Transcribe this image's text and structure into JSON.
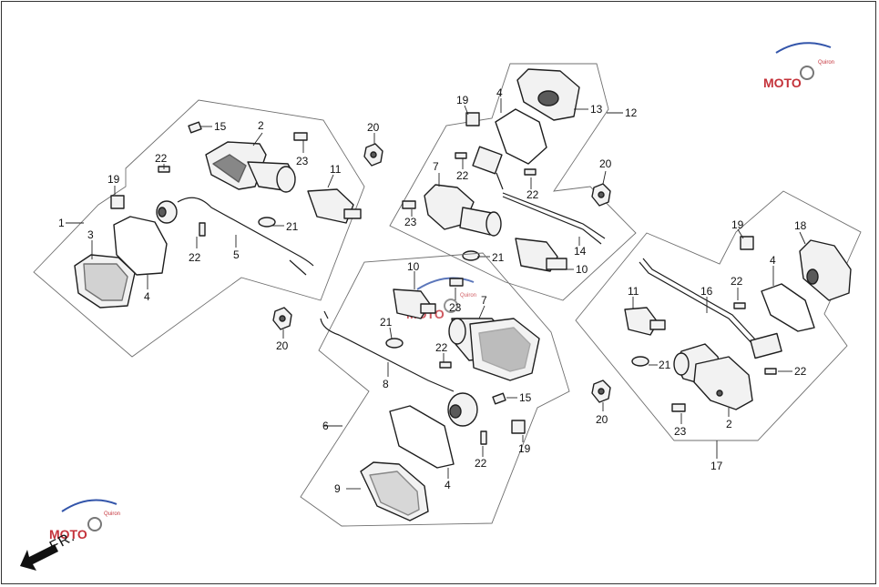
{
  "watermark": {
    "brand": "MOTO",
    "suffix": "Quiron",
    "colors": {
      "letters": "#c4323a",
      "swoosh": "#3355aa",
      "gear": "#777777"
    }
  },
  "direction": {
    "label": "FR."
  },
  "callouts": {
    "g1": {
      "c1": "1",
      "c3": "3",
      "c4": "4",
      "c5": "5",
      "c2": "2",
      "c15": "15",
      "c19": "19",
      "c22a": "22",
      "c22b": "22",
      "c21": "21",
      "c23": "23",
      "c11": "11",
      "c20": "20"
    },
    "g2": {
      "c19": "19",
      "c4": "4",
      "c13": "13",
      "c12": "12",
      "c7": "7",
      "c22a": "22",
      "c22b": "22",
      "c23": "23",
      "c21": "21",
      "c14": "14",
      "c10": "10",
      "c20": "20"
    },
    "g3": {
      "c10": "10",
      "c23": "23",
      "c7": "7",
      "c21": "21",
      "c22a": "22",
      "c8": "8",
      "c15": "15",
      "c6": "6",
      "c19": "19",
      "c22b": "22",
      "c4": "4",
      "c9": "9",
      "c20": "20"
    },
    "g4": {
      "c19": "19",
      "c18": "18",
      "c4": "4",
      "c22a": "22",
      "c11": "11",
      "c16": "16",
      "c21": "21",
      "c22b": "22",
      "c20": "20",
      "c23": "23",
      "c2": "2",
      "c17": "17"
    }
  }
}
